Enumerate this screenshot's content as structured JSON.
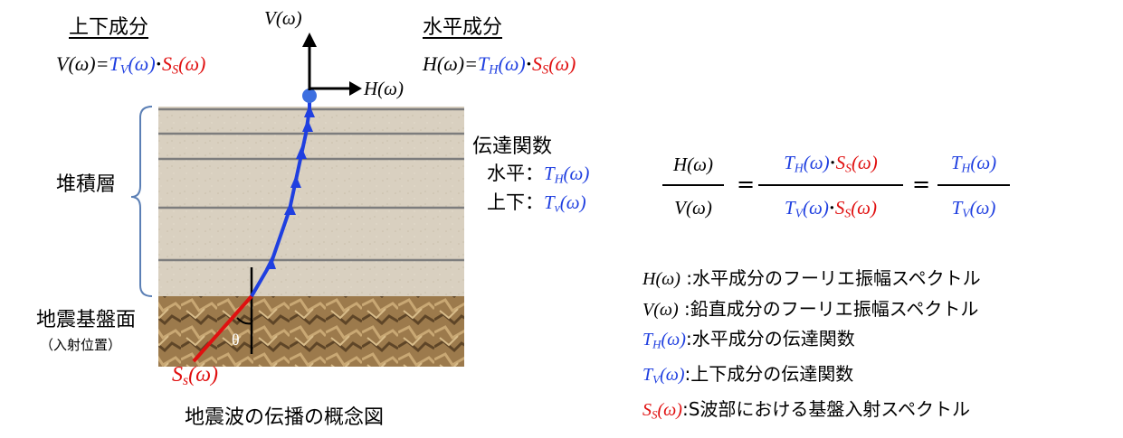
{
  "vertical": {
    "title": "上下成分",
    "formula_lhs": "V(ω)=",
    "formula_t": "T",
    "formula_t_sub": "V",
    "formula_t_arg": "(ω)",
    "formula_dot": "·",
    "formula_s": "S",
    "formula_s_sub": "S",
    "formula_s_arg": "(ω)"
  },
  "horizontal": {
    "title": "水平成分",
    "formula_lhs": "H(ω)=",
    "formula_t": "T",
    "formula_t_sub": "H",
    "formula_t_arg": "(ω)",
    "formula_dot": "·",
    "formula_s": "S",
    "formula_s_sub": "S",
    "formula_s_arg": "(ω)"
  },
  "axes": {
    "v_label": "V(ω)",
    "h_label": "H(ω)"
  },
  "layers": {
    "sediment_label": "堆積層",
    "bedrock_label": "地震基盤面",
    "incidence_label": "（入射位置）",
    "angle_label": "θ",
    "input_s": "S",
    "input_sub": "s",
    "input_arg": "(ω)"
  },
  "transfer": {
    "title": "伝達関数",
    "h_label": "水平：",
    "h_t": "T",
    "h_sub": "H",
    "h_arg": "(ω)",
    "v_label": "上下：",
    "v_t": "T",
    "v_sub": "v",
    "v_arg": "(ω)"
  },
  "caption": "地震波の伝播の概念図",
  "ratio": {
    "lhs_num": "H(ω)",
    "lhs_den": "V(ω)",
    "eq1": "=",
    "mid_num_t": "T",
    "mid_num_t_sub": "H",
    "mid_num_t_arg": "(ω)",
    "mid_num_dot": "·",
    "mid_num_s": "S",
    "mid_num_s_sub": "S",
    "mid_num_s_arg": "(ω)",
    "mid_den_t": "T",
    "mid_den_t_sub": "V",
    "mid_den_t_arg": "(ω)",
    "mid_den_dot": "·",
    "mid_den_s": "S",
    "mid_den_s_sub": "S",
    "mid_den_s_arg": "(ω)",
    "eq2": "=",
    "rhs_num_t": "T",
    "rhs_num_t_sub": "H",
    "rhs_num_t_arg": "(ω)",
    "rhs_den_t": "T",
    "rhs_den_t_sub": "V",
    "rhs_den_t_arg": "(ω)"
  },
  "legend": [
    {
      "sym": "H(ω)",
      "sub": "",
      "arg": "",
      "sep": " :",
      "desc": "水平成分のフーリエ振幅スペクトル"
    },
    {
      "sym": "V(ω)",
      "sub": "",
      "arg": "",
      "sep": " :",
      "desc": "鉛直成分のフーリエ振幅スペクトル"
    },
    {
      "sym": "T",
      "sub": "H",
      "arg": "(ω)",
      "sep": ":",
      "desc": "水平成分の伝達関数"
    },
    {
      "sym": "T",
      "sub": "V",
      "arg": "(ω)",
      "sep": ":",
      "desc": "上下成分の伝達関数"
    },
    {
      "sym": "S",
      "sub": "S",
      "arg": "(ω)",
      "sep": ":",
      "desc": "S波部における基盤入射スペクトル"
    }
  ],
  "colors": {
    "blue": "#1f3fe0",
    "red": "#e01010",
    "sediment": "#d9d0c0",
    "bedrock": "#9c7a4c",
    "layer_line": "#7d7d7d",
    "brace": "#5b7fb5"
  }
}
